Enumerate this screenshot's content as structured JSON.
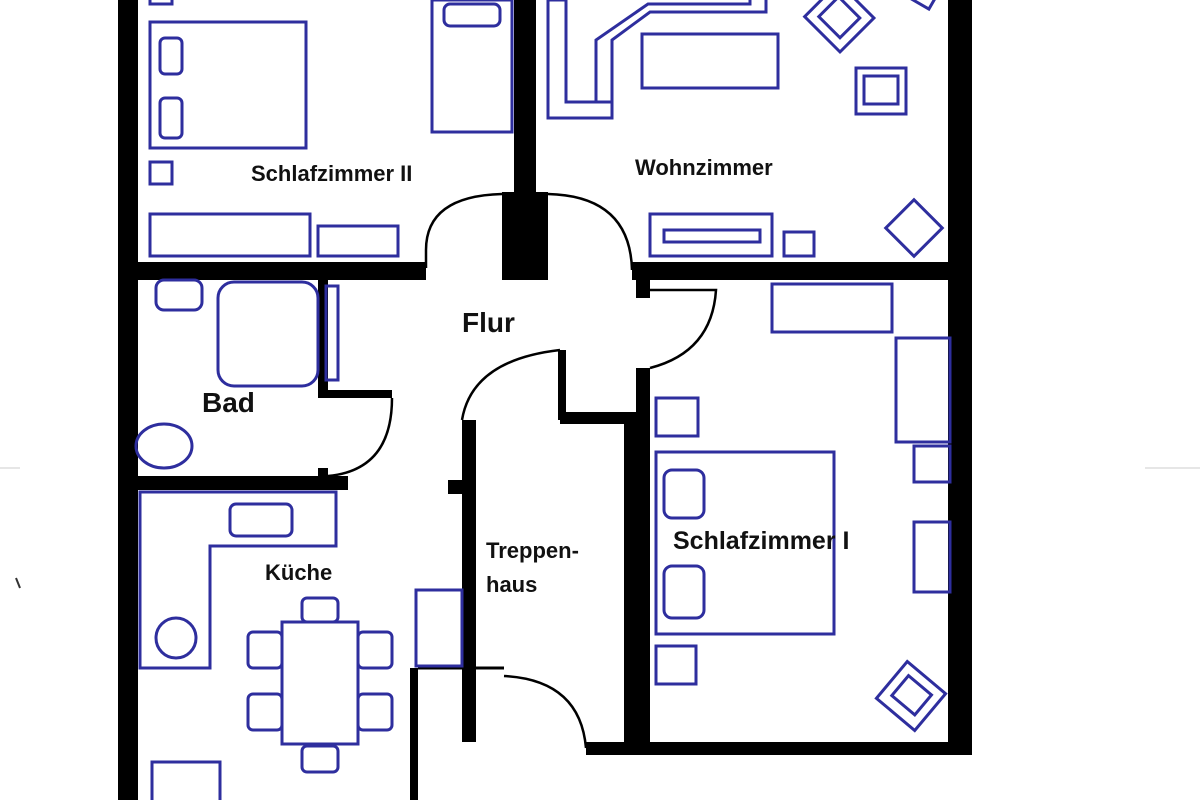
{
  "colors": {
    "walls": "#000000",
    "furniture": "#2e2e9e",
    "background": "#ffffff"
  },
  "rooms": {
    "schlafzimmer_2": "Schlafzimmer II",
    "wohnzimmer": "Wohnzimmer",
    "flur": "Flur",
    "bad": "Bad",
    "schlafzimmer_1": "Schlafzimmer I",
    "kueche": "Küche",
    "treppenhaus_line1": "Treppen-",
    "treppenhaus_line2": "haus"
  }
}
